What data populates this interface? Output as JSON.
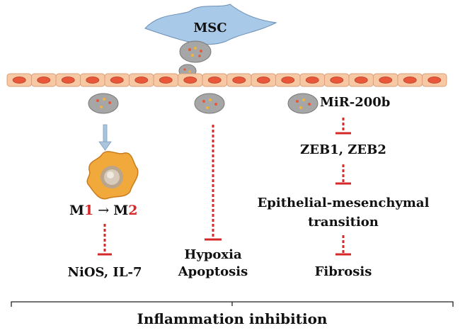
{
  "nodes": {
    "msc": "MSC",
    "mir": "MiR-200b",
    "zeb": "ZEB1, ZEB2",
    "emt_line1": "Epithelial-mesenchymal",
    "emt_line2": "transition",
    "fibrosis": "Fibrosis",
    "m_left": "M",
    "m_left_num": "1",
    "arrow": "→",
    "m_right": "M",
    "m_right_num": "2",
    "nios": "NiOS, IL-7",
    "hypoxia": "Hypoxia",
    "apoptosis": "Apoptosis",
    "bottom": "Inflammation inhibition"
  },
  "colors": {
    "msc_fill": "#a9c9e8",
    "epithelium_fill": "#f6c9a4",
    "nucleus": "#e8573a",
    "vesicle": "#a6a6a6",
    "inhibit": "#d62828",
    "macrophage": "#f2a93b",
    "arrow": "#a9c4dc",
    "highlight": "#d62828"
  }
}
